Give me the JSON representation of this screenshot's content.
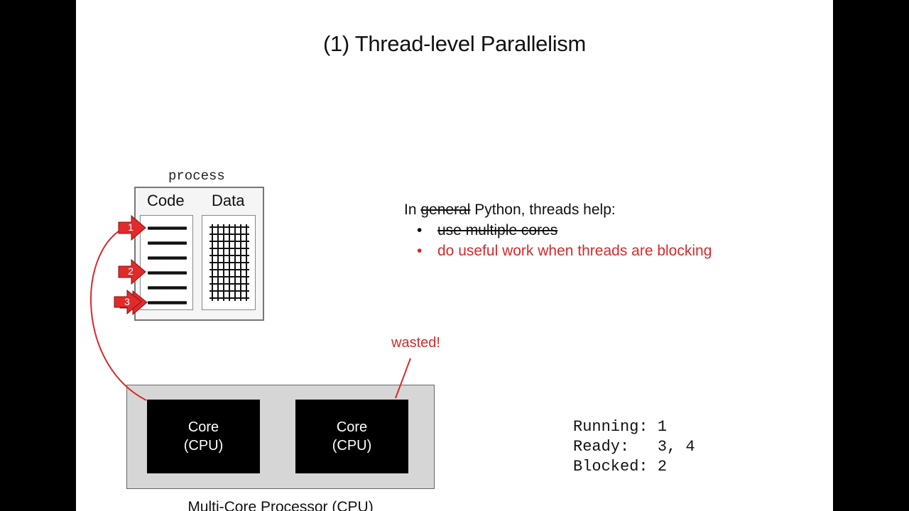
{
  "slide": {
    "title": "(1) Thread-level Parallelism"
  },
  "process": {
    "label": "process",
    "code_label": "Code",
    "data_label": "Data",
    "code_line_count": 6,
    "thread_markers": [
      "1",
      "2",
      "3"
    ]
  },
  "processor": {
    "label": "Multi-Core Processor (CPU)",
    "cores": [
      {
        "line1": "Core",
        "line2": "(CPU)"
      },
      {
        "line1": "Core",
        "line2": "(CPU)"
      }
    ],
    "wasted_note": "wasted!"
  },
  "bullets": {
    "intro_prefix": "In ",
    "intro_struck": "general",
    "intro_suffix": " Python, threads help:",
    "items": [
      {
        "text": "use multiple cores",
        "struck": true
      },
      {
        "text": "do useful work when threads are blocking",
        "struck": false
      }
    ]
  },
  "status": {
    "running_label": "Running:",
    "running_value": "1",
    "ready_label": "Ready:",
    "ready_value": "3, 4",
    "blocked_label": "Blocked:",
    "blocked_value": "2"
  },
  "colors": {
    "accent_red": "#d62a2a",
    "arrow_red": "#e12b2b"
  }
}
